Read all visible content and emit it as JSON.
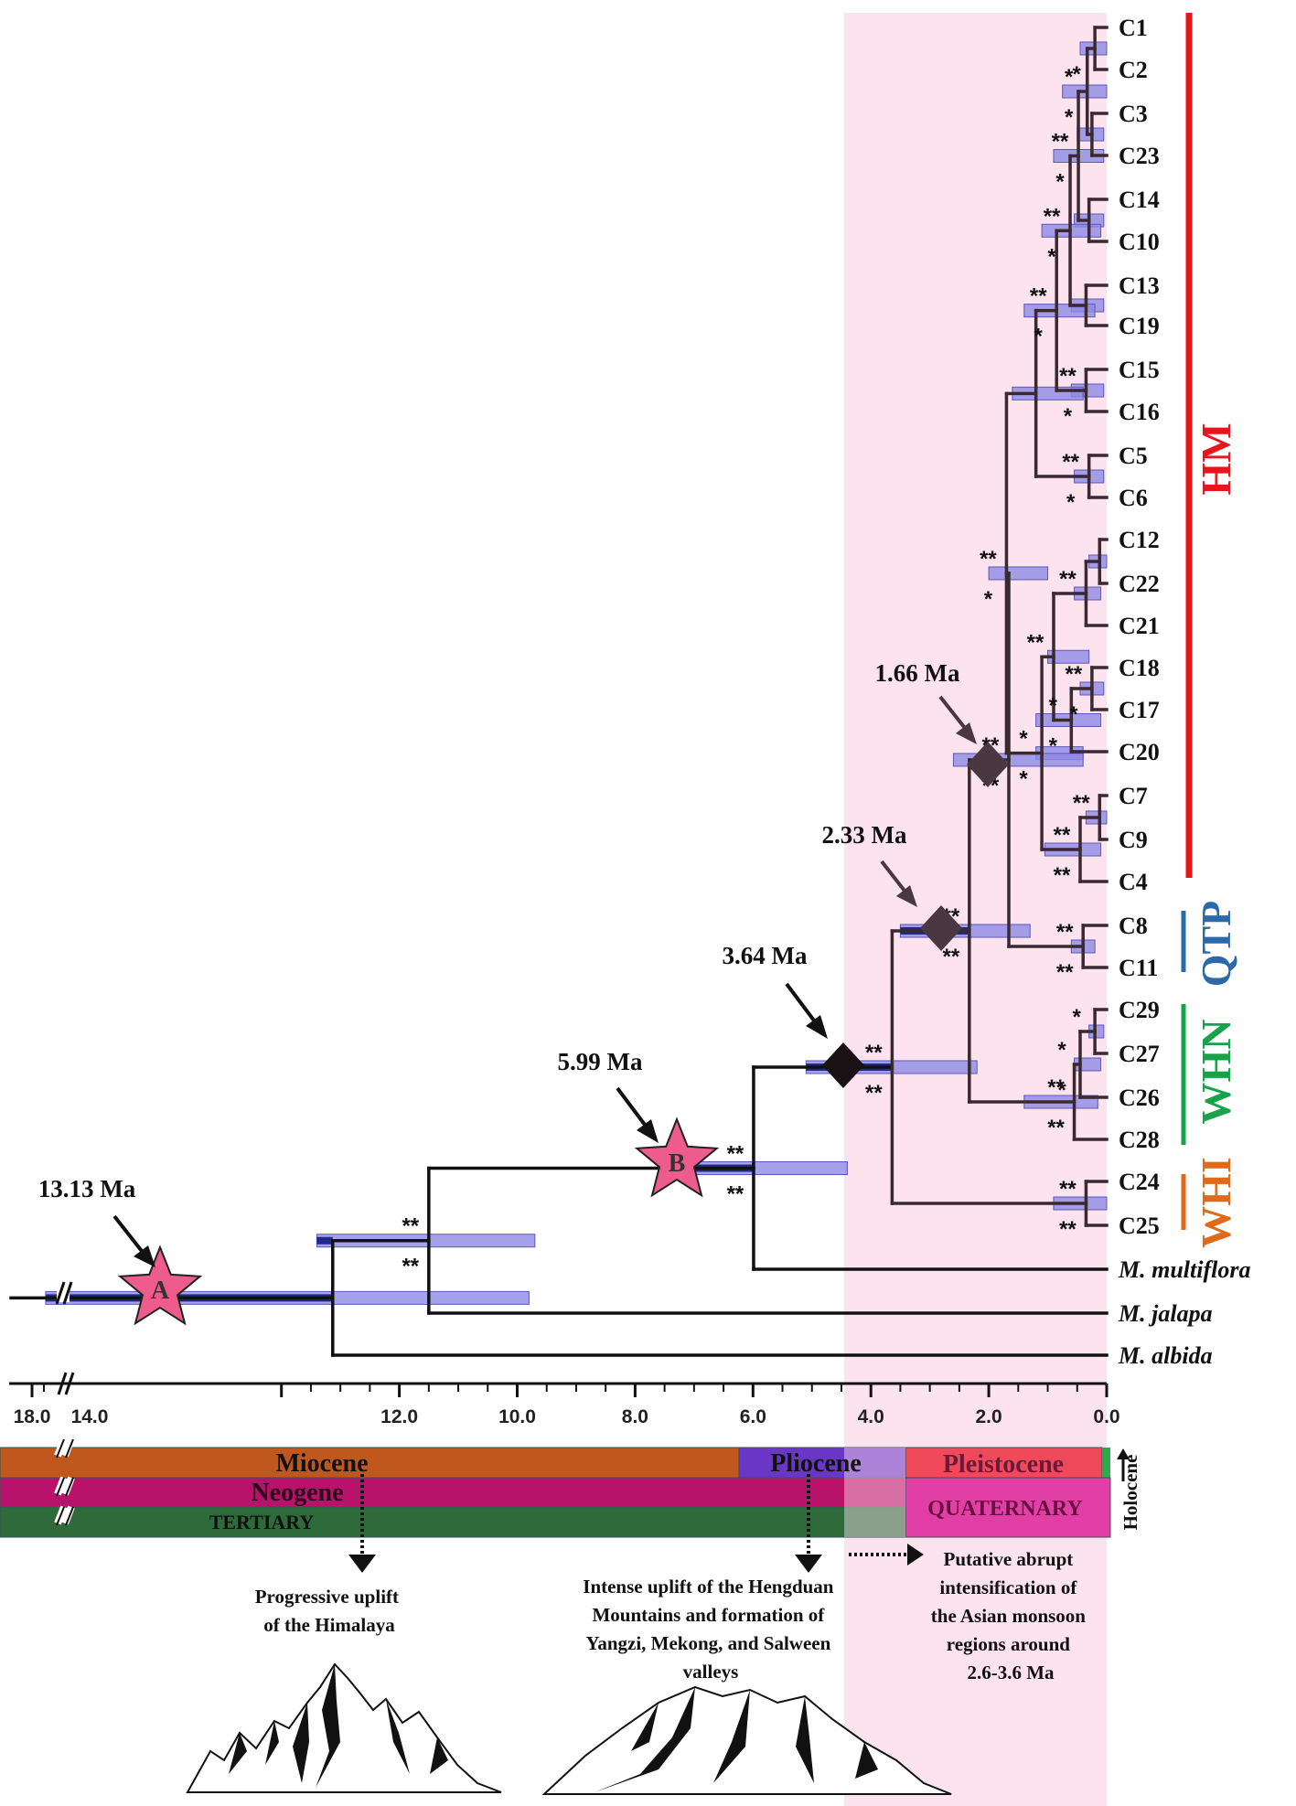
{
  "tips": [
    "C1",
    "C2",
    "C3",
    "C23",
    "C14",
    "C10",
    "C13",
    "C19",
    "C15",
    "C16",
    "C5",
    "C6",
    "C12",
    "C22",
    "C21",
    "C18",
    "C17",
    "C20",
    "C7",
    "C9",
    "C4",
    "C8",
    "C11",
    "C29",
    "C27",
    "C26",
    "C28",
    "C24",
    "C25",
    "M. multiflora",
    "M. jalapa",
    "M. albida"
  ],
  "node_ages": {
    "a": "13.13 Ma",
    "b": "5.99 Ma",
    "c": "3.64 Ma",
    "d": "2.33 Ma",
    "e": "1.66 Ma"
  },
  "markers": {
    "star_a": "A",
    "star_b": "B"
  },
  "clades": [
    {
      "label": "HM",
      "color": "#e8141e"
    },
    {
      "label": "QTP",
      "color": "#2b6aa8"
    },
    {
      "label": "WHN",
      "color": "#16a34a"
    },
    {
      "label": "WHI",
      "color": "#e06a1a"
    }
  ],
  "axis": {
    "ticks": [
      "18.0",
      "14.0",
      "12.0",
      "10.0",
      "8.0",
      "6.0",
      "4.0",
      "2.0",
      "0.0"
    ]
  },
  "timescale": {
    "epochs": [
      "Miocene",
      "Pliocene",
      "Pleistocene",
      "Holocene"
    ],
    "periods": [
      "Neogene",
      "QUATERNARY"
    ],
    "eras": [
      "TERTIARY"
    ]
  },
  "notes": {
    "himalaya": [
      "Progressive uplift",
      "of the Himalaya"
    ],
    "hengduan": [
      "Intense uplift of the Hengduan",
      "Mountains and formation of",
      "Yangzi, Mekong, and Salween",
      "valleys"
    ],
    "monsoon": [
      "Putative abrupt",
      "intensification of",
      "the Asian monsoon",
      "regions  around",
      "2.6-3.6 Ma"
    ]
  },
  "support": {
    "double": "**",
    "single": "*"
  },
  "colors": {
    "highlight": "#fde3ee",
    "hpd_bar": "#8e8ae6",
    "tree_line": "#111111",
    "miocene": "#c0581d",
    "pliocene": "#6a36c6",
    "pleistocene": "#f04a5a",
    "neogene": "#b8126a",
    "quaternary": "#e23fa6",
    "tertiary": "#2f6b3a",
    "star": "#ee5c8e"
  }
}
